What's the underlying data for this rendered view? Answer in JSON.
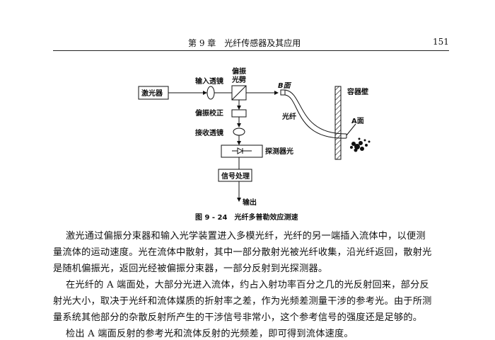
{
  "header": {
    "chapter": "第 9 章　光纤传感器及其应用",
    "page_number": "151"
  },
  "figure": {
    "laser": "激光器",
    "input_lens": "输入透镜",
    "splitter_1": "偏振",
    "splitter_2": "光劈",
    "b_face": "B面",
    "container_wall": "容器壁",
    "fiber": "光纤",
    "a_face": "A面",
    "polarization_correction": "偏振校正",
    "receiving_lens": "接收透镜",
    "detector": "探测器光",
    "signal_processing": "信号处理",
    "output": "输出",
    "caption": "图 9 - 24　光纤多普勒效应测速"
  },
  "body": {
    "lines": [
      "激光通过偏振分束器和输入光学装置进入多模光纤，光纤的另一端插入流体中，以便测",
      "量流体的运动速度。光在流体中散射，其中一部分散射光被光纤收集，沿光纤返回，散射光",
      "是随机偏振光，返回光经被偏振分束器，一部分反射到光探测器。",
      "在光纤的 A 端面处，大部分光进入流体，约占入射功率百分之几的光反射回来，部分反",
      "射光大小，取决于光纤和流体媒质的折射率之差，作为光频差测量干涉的参考光。由于所测",
      "量系统其他部分的杂散反射所产生的干涉信号非常小，这个参考信号的强度还是足够的。",
      "检出 A 端面反射的参考光和流体反射的光频差，即可得到流体速度。"
    ]
  }
}
